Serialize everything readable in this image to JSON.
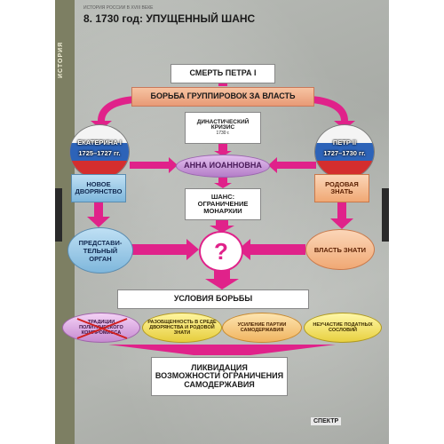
{
  "header": {
    "series": "ИСТОРИЯ РОССИИ В XVIII ВЕКЕ",
    "title": "8. 1730 год: УПУЩЕННЫЙ ШАНС",
    "side_label": "ИСТОРИЯ"
  },
  "nodes": {
    "death": "СМЕРТЬ ПЕТРА I",
    "struggle": "БОРЬБА ГРУППИРОВОК ЗА ВЛАСТЬ",
    "crisis_title": "ДИНАСТИЧЕСКИЙ КРИЗИС",
    "crisis_year": "1730 г.",
    "anna": "АННА ИОАННОВНА",
    "shans_line1": "ШАНС:",
    "shans_line2": "ОГРАНИЧЕНИЕ",
    "shans_line3": "МОНАРХИИ",
    "left_flag_name": "ЕКАТЕРИНА I",
    "left_flag_years": "1725–1727 гг.",
    "right_flag_name": "ПЕТР II",
    "right_flag_years": "1727–1730 гг.",
    "new_nobility_1": "НОВОЕ",
    "new_nobility_2": "ДВОРЯНСТВО",
    "clan_nobility_1": "РОДОВАЯ",
    "clan_nobility_2": "ЗНАТЬ",
    "repr_1": "ПРЕДСТАВИ-",
    "repr_2": "ТЕЛЬНЫЙ",
    "repr_3": "ОРГАН",
    "question": "?",
    "power": "ВЛАСТЬ ЗНАТИ",
    "conditions": "УСЛОВИЯ БОРЬБЫ",
    "cond1": "ТРАДИЦИИ ПОЛИТИЧЕСКОГО КОМПРОМИССА",
    "cond2": "РАЗОБЩЕННОСТЬ В СРЕДЕ ДВОРЯНСТВА И РОДОВОЙ ЗНАТИ",
    "cond3": "УСИЛЕНИЕ ПАРТИИ САМОДЕРЖАВИЯ",
    "cond4": "НЕУЧАСТИЕ ПОДАТНЫХ СОСЛОВИЙ",
    "liq_1": "ЛИКВИДАЦИЯ",
    "liq_2": "ВОЗМОЖНОСТИ ОГРАНИЧЕНИЯ",
    "liq_3": "САМОДЕРЖАВИЯ"
  },
  "publisher": "СПЕКТР",
  "colors": {
    "arrow": "#e0228a",
    "struggle_fill": "#f0a880",
    "anna_fill": "#c48ad6",
    "blue_fill": "#9fcbe8",
    "orange_fill": "#f3b88a"
  }
}
